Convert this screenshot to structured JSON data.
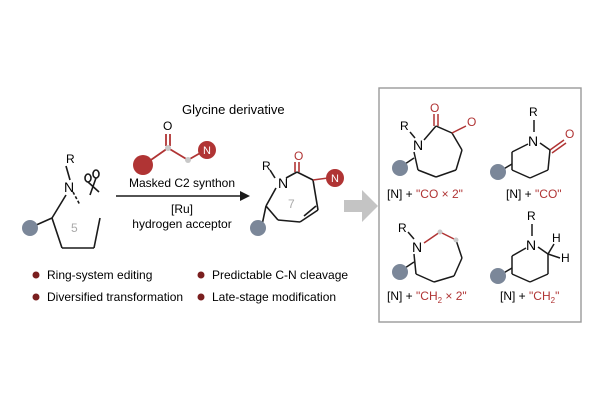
{
  "reagents": {
    "glycine_title": "Glycine derivative",
    "synthon_label": "Masked C2 synthon",
    "catalyst_label": "[Ru]",
    "acceptor_label": "hydrogen acceptor"
  },
  "atoms": {
    "N": "N",
    "R": "R",
    "O": "O",
    "H": "H",
    "ring5": "5",
    "ring7": "7",
    "N_badge": "N"
  },
  "features": [
    "Ring-system editing",
    "Predictable C-N cleavage",
    "Diversified transformation",
    "Late-stage modification"
  ],
  "products": {
    "tl": {
      "prefix": "[N] + ",
      "formula": "\"CO × 2\""
    },
    "tr": {
      "prefix": "[N] + ",
      "formula": "\"CO\""
    },
    "bl": {
      "prefix": "[N] + ",
      "formula_a": "\"CH",
      "sub": "2",
      "formula_b": " × 2\""
    },
    "br": {
      "prefix": "[N] + ",
      "formula_a": "\"CH",
      "sub": "2",
      "formula_b": "\""
    }
  },
  "colors": {
    "red": "#b03434",
    "dark_red": "#7a1f1f",
    "grey_dot": "#7b8799",
    "arrow_grey": "#c4c4c4",
    "box_border": "#9a9a9a"
  }
}
